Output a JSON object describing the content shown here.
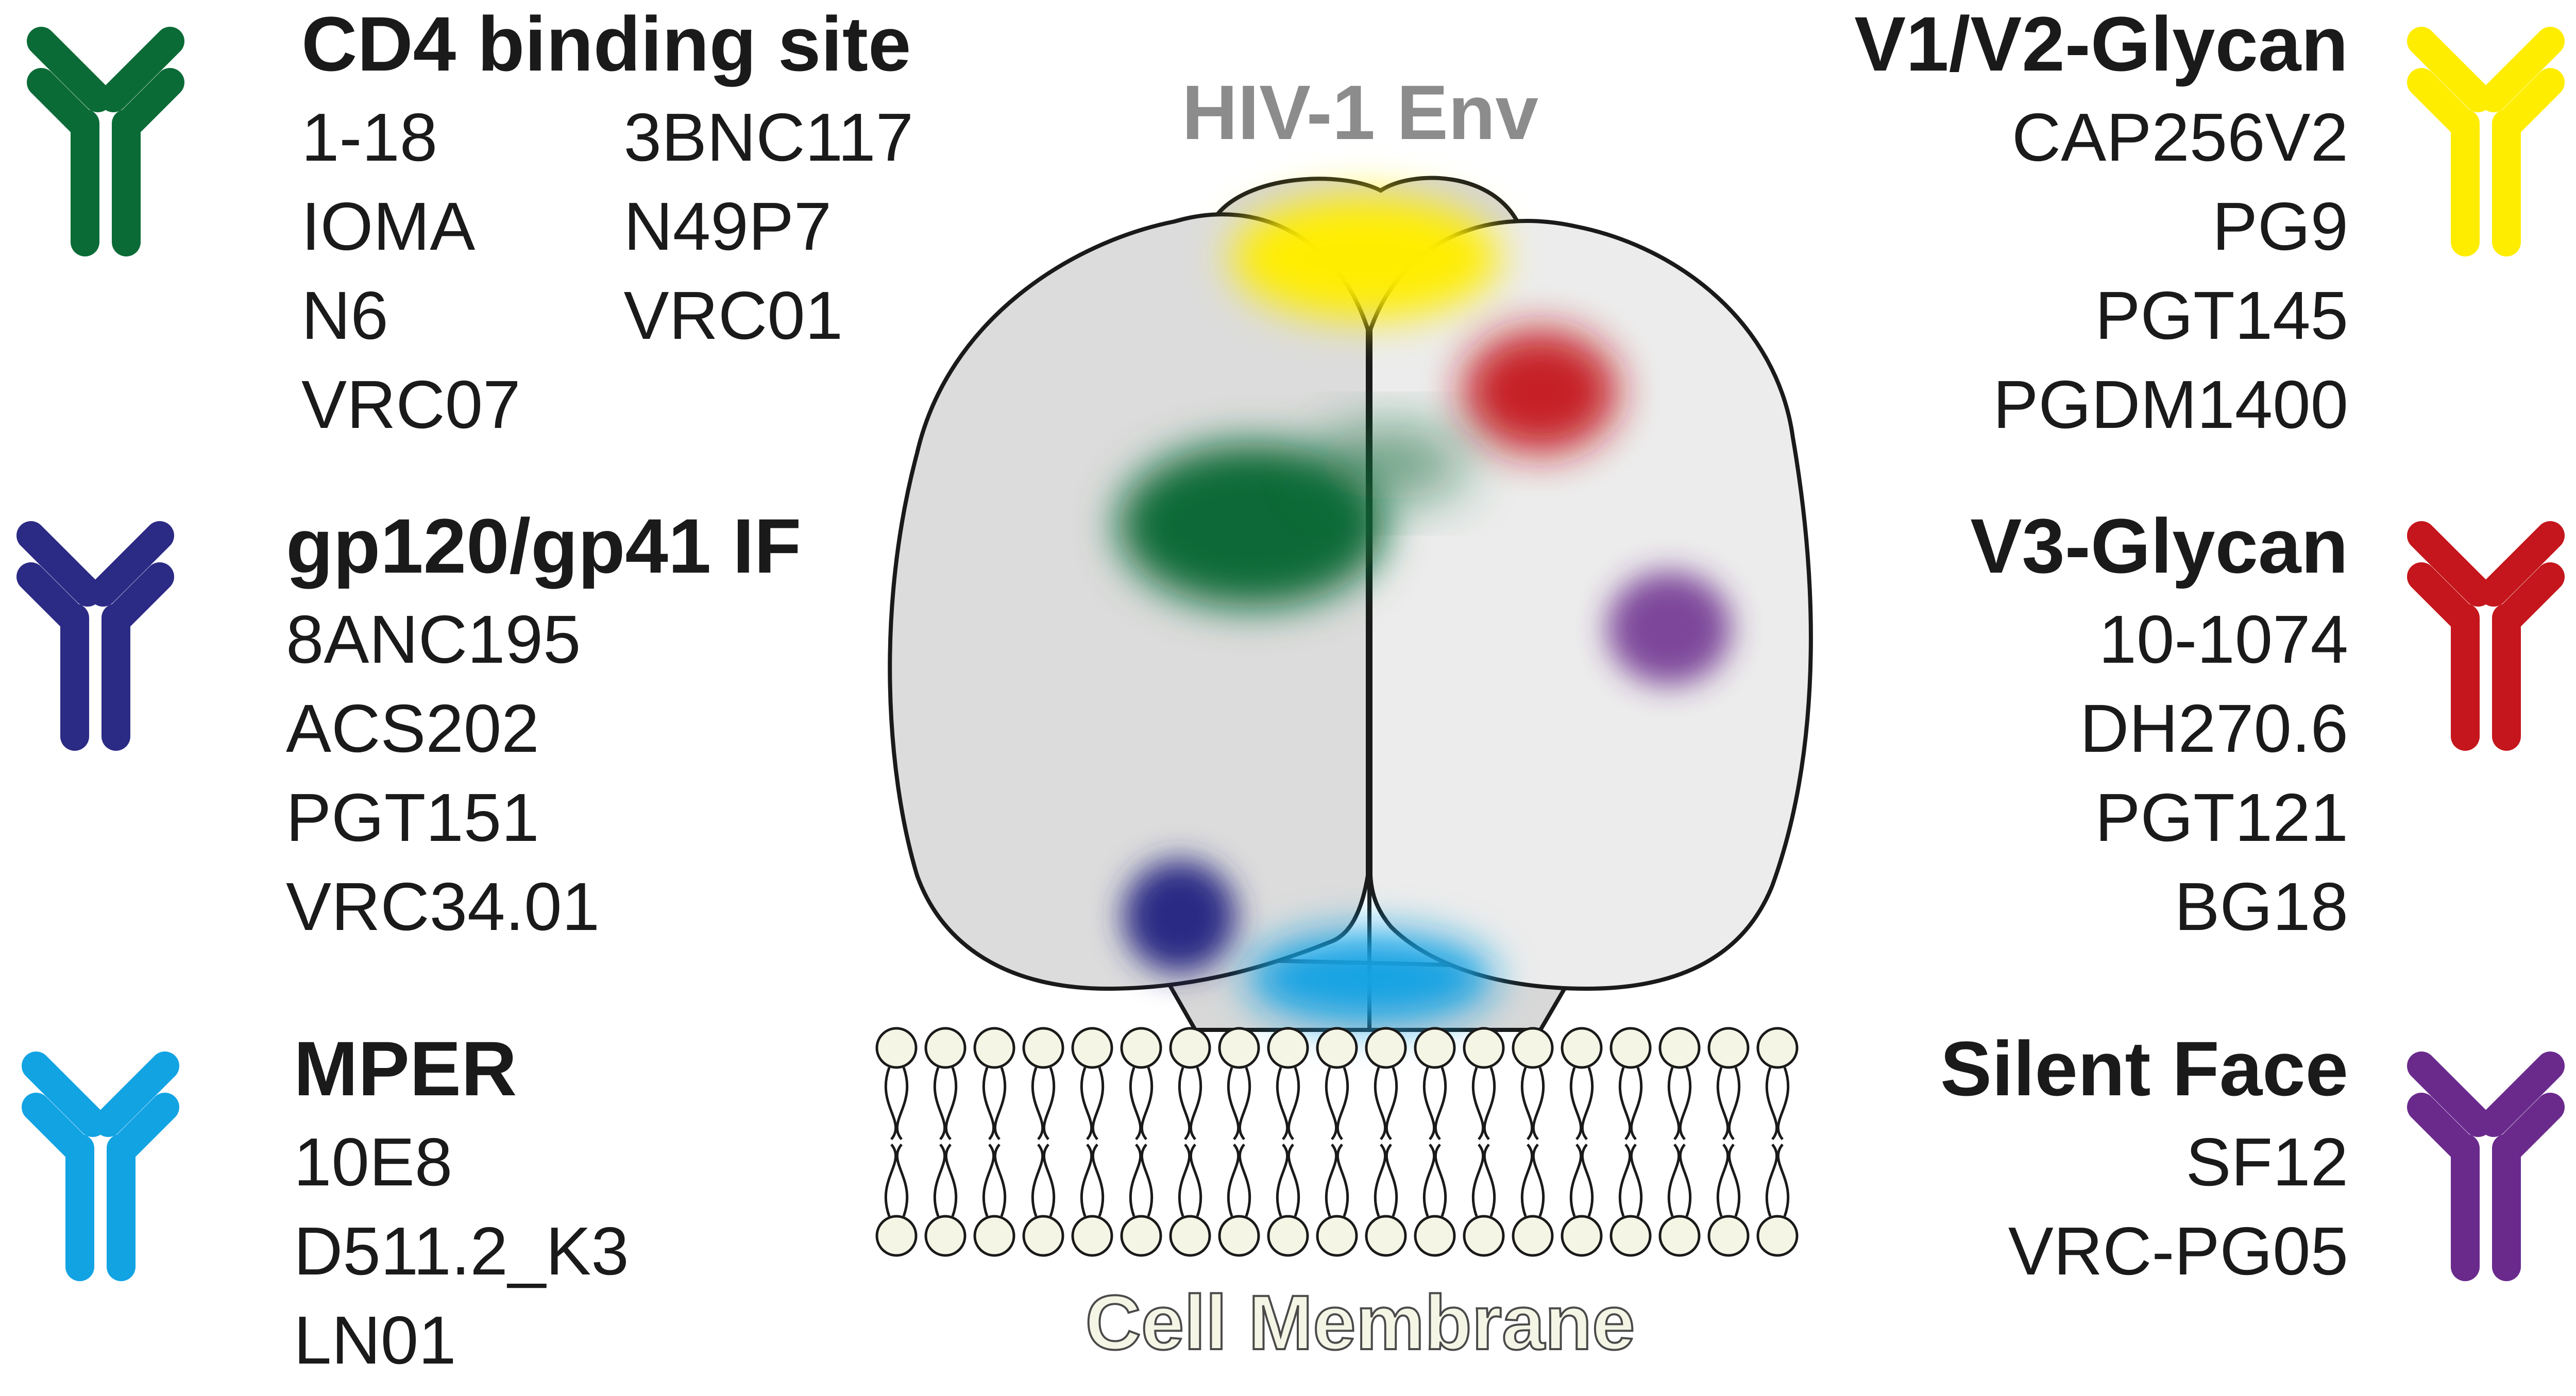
{
  "env_label": "HIV-1 Env",
  "membrane_label": "Cell Membrane",
  "colors": {
    "cd4": "#0b6b37",
    "v1v2": "#ffed00",
    "v3": "#c4161c",
    "interface": "#2b2a85",
    "mper": "#12a3e3",
    "silent": "#6a2a8c",
    "env_fill_left": "#dcdcdc",
    "env_fill_right": "#ececec",
    "env_label": "#8c8c8c",
    "membrane_head": "#f5f5e6"
  },
  "epitopes": {
    "cd4": {
      "title": "CD4 binding site",
      "icon": "antibody-icon",
      "antibodies_col1": [
        "1-18",
        "IOMA",
        "N6",
        "VRC07"
      ],
      "antibodies_col2": [
        "3BNC117",
        "N49P7",
        "VRC01"
      ]
    },
    "interface": {
      "title": "gp120/gp41 IF",
      "icon": "antibody-icon",
      "antibodies": [
        "8ANC195",
        "ACS202",
        "PGT151",
        "VRC34.01"
      ]
    },
    "mper": {
      "title": "MPER",
      "icon": "antibody-icon",
      "antibodies": [
        "10E8",
        "D511.2_K3",
        "LN01"
      ]
    },
    "v1v2": {
      "title": "V1/V2-Glycan",
      "icon": "antibody-icon",
      "antibodies": [
        "CAP256V2",
        "PG9",
        "PGT145",
        "PGDM1400"
      ]
    },
    "v3": {
      "title": "V3-Glycan",
      "icon": "antibody-icon",
      "antibodies": [
        "10-1074",
        "DH270.6",
        "PGT121",
        "BG18"
      ]
    },
    "silent": {
      "title": "Silent Face",
      "icon": "antibody-icon",
      "antibodies": [
        "SF12",
        "VRC-PG05"
      ]
    }
  }
}
